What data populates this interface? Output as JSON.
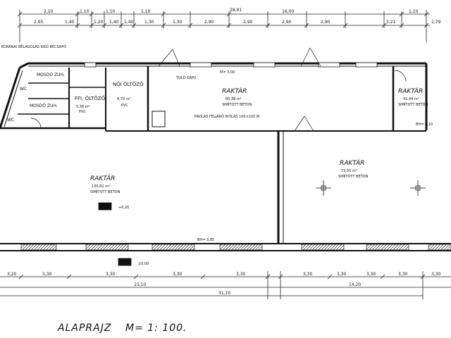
{
  "drawing": {
    "title": "ALAPRAJZ",
    "scale": "M= 1: 100."
  },
  "dimensions_top": {
    "overall": "28,91",
    "row1": [
      "2,10",
      "1,10",
      "1,10",
      "1,10",
      "16,00",
      "1,10"
    ],
    "row2": [
      "2,65",
      "1,40",
      "1,20",
      "1,40",
      "1,40",
      "1,30",
      "1,30",
      "2,90",
      "2,90",
      "2,90",
      "2,90",
      "3,21",
      "1,79"
    ]
  },
  "dimensions_bottom": {
    "overall": "31,10",
    "segments": [
      "15,10",
      "14,20"
    ],
    "row1": [
      "3,20",
      "3,30",
      "3,30",
      "3,30",
      "3,30",
      "3,30",
      "3,30",
      "3,30",
      "3,30",
      "3,30"
    ]
  },
  "rooms": [
    {
      "name": "RAKTÁR",
      "area": "60,38 m²",
      "floor": "SIMÍTOTT BETON"
    },
    {
      "name": "RAKTÁR",
      "area": "41,44 m²",
      "floor": "SIMÍTOTT BETON"
    },
    {
      "name": "RAKTÁR",
      "area": "130,82 m²",
      "floor": "SIMÍTOTT BETON"
    },
    {
      "name": "RAKTÁR",
      "area": "73,50 m²",
      "floor": "SIMÍTOTT BETON"
    },
    {
      "name": "FFI. ÖLTÖZŐ",
      "area": "5,36 m²",
      "floor": "PVC"
    },
    {
      "name": "NŐI ÖLTÖZŐ",
      "area": "8,70 m²",
      "floor": "PVC"
    },
    {
      "name": "MOSDÓ ZUH.",
      "area": "",
      "floor": ""
    },
    {
      "name": "MOSDÓ ZUH.",
      "area": "",
      "floor": ""
    },
    {
      "name": "WC",
      "area": "",
      "floor": ""
    },
    {
      "name": "WC",
      "area": "",
      "floor": ""
    }
  ],
  "notes": {
    "top_left": "KORÁNAI BÉLAGOLÁS KASÍ BECSAPÓ",
    "corridor": "PADLÁS FELJÁRÓ NYÍLÁS 100×100 M",
    "door_note": "TOLÓ KAPU",
    "sill_right": "BH= 0,10",
    "sill_mid": "BH= 3,85",
    "level1": "+0,20",
    "level2": "±0,00",
    "mark": "M= 3,00"
  }
}
